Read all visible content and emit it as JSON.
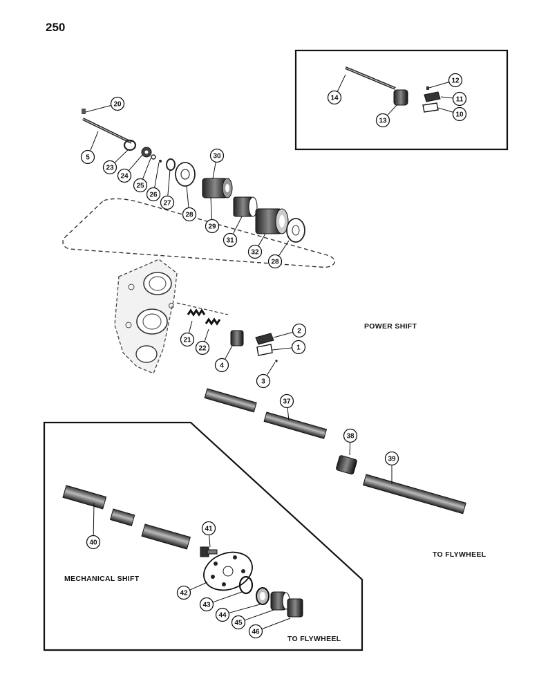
{
  "page": {
    "number": "250"
  },
  "labels": {
    "power_shift": "POWER SHIFT",
    "to_flywheel_right": "TO FLYWHEEL",
    "mechanical_shift": "MECHANICAL SHIFT",
    "to_flywheel_bottom": "TO FLYWHEEL"
  },
  "callouts": [
    {
      "id": "c1",
      "text": "1"
    },
    {
      "id": "c2",
      "text": "2"
    },
    {
      "id": "c3",
      "text": "3"
    },
    {
      "id": "c4",
      "text": "4"
    },
    {
      "id": "c5",
      "text": "5"
    },
    {
      "id": "c10",
      "text": "10"
    },
    {
      "id": "c11",
      "text": "11"
    },
    {
      "id": "c12",
      "text": "12"
    },
    {
      "id": "c13",
      "text": "13"
    },
    {
      "id": "c14",
      "text": "14"
    },
    {
      "id": "c20",
      "text": "20"
    },
    {
      "id": "c21",
      "text": "21"
    },
    {
      "id": "c22",
      "text": "22"
    },
    {
      "id": "c23",
      "text": "23"
    },
    {
      "id": "c24",
      "text": "24"
    },
    {
      "id": "c25",
      "text": "25"
    },
    {
      "id": "c26",
      "text": "26"
    },
    {
      "id": "c27",
      "text": "27"
    },
    {
      "id": "c28a",
      "text": "28"
    },
    {
      "id": "c28b",
      "text": "28"
    },
    {
      "id": "c29",
      "text": "29"
    },
    {
      "id": "c30",
      "text": "30"
    },
    {
      "id": "c31",
      "text": "31"
    },
    {
      "id": "c32",
      "text": "32"
    },
    {
      "id": "c37",
      "text": "37"
    },
    {
      "id": "c38",
      "text": "38"
    },
    {
      "id": "c39",
      "text": "39"
    },
    {
      "id": "c40",
      "text": "40"
    },
    {
      "id": "c41",
      "text": "41"
    },
    {
      "id": "c42",
      "text": "42"
    },
    {
      "id": "c43",
      "text": "43"
    },
    {
      "id": "c44",
      "text": "44"
    },
    {
      "id": "c45",
      "text": "45"
    },
    {
      "id": "c46",
      "text": "46"
    }
  ]
}
